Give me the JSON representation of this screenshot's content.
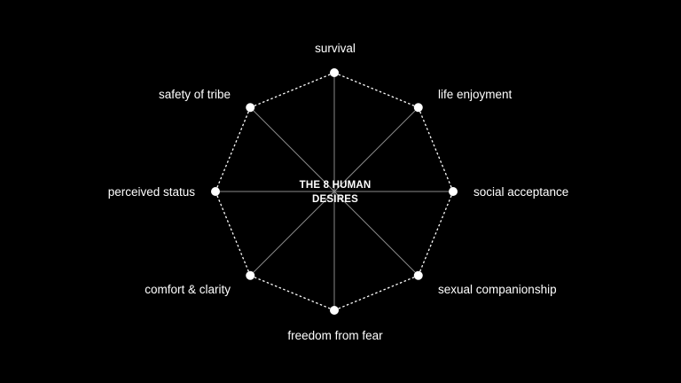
{
  "center": {
    "line1": "THE 8 HUMAN",
    "line2": "DESIRES"
  },
  "nodes": [
    {
      "label": "survival"
    },
    {
      "label": "life enjoyment"
    },
    {
      "label": "social acceptance"
    },
    {
      "label": "sexual companionship"
    },
    {
      "label": "freedom from fear"
    },
    {
      "label": "comfort & clarity"
    },
    {
      "label": "perceived status"
    },
    {
      "label": "safety of tribe"
    }
  ],
  "colors": {
    "background": "#000000",
    "foreground": "#ffffff",
    "spokes": "#8a8a8a"
  }
}
